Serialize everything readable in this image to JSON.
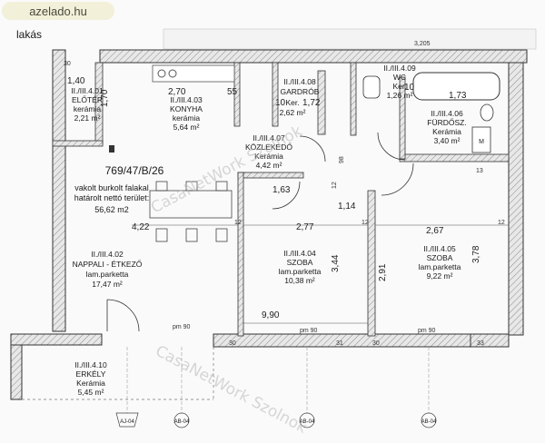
{
  "badge": {
    "text": "azelado.hu"
  },
  "header_text": "lakás",
  "watermark": "CasaNetWork Szolnok",
  "info_block": {
    "parcel": "769/47/B/26",
    "line1": "vakolt burkolt falakal",
    "line2": "határolt nettó terület:",
    "line3": "56,62 m2"
  },
  "rooms": [
    {
      "id": "eloter",
      "code": "II./III.4.01",
      "name": "ELŐTÉR",
      "material": "kerámia",
      "area": "2,21 m²"
    },
    {
      "id": "konyha",
      "code": "II./III.4.03",
      "name": "KONYHA",
      "material": "kerámia",
      "area": "5,64 m²"
    },
    {
      "id": "gardrob",
      "code": "II./III.4.08",
      "name": "GARDRÓB",
      "material": "Ker.",
      "area": "2,62 m²"
    },
    {
      "id": "wc",
      "code": "II./III.4.09",
      "name": "WC",
      "material": "Ker.",
      "area": "1,26 m²"
    },
    {
      "id": "furdo",
      "code": "II./III.4.06",
      "name": "FÜRDŐSZ.",
      "material": "Kerámia",
      "area": "3,40 m²"
    },
    {
      "id": "kozlekedo",
      "code": "II./III.4.07",
      "name": "KÖZLEKEDŐ",
      "material": "Kerámia",
      "area": "4,42 m²"
    },
    {
      "id": "nappali",
      "code": "II./III.4.02",
      "name": "NAPPALI - ÉTKEZŐ",
      "material": "lam.parketta",
      "area": "17,47 m²"
    },
    {
      "id": "szoba1",
      "code": "II./III.4.04",
      "name": "SZOBA",
      "material": "lam.parketta",
      "area": "10,38 m²"
    },
    {
      "id": "szoba2",
      "code": "II./III.4.05",
      "name": "SZOBA",
      "material": "lam.parketta",
      "area": "9,22 m²"
    },
    {
      "id": "erkely",
      "code": "II./III.4.10",
      "name": "ERKÉLY",
      "material": "Kerámia",
      "area": "5,45 m²"
    }
  ],
  "dimensions": {
    "d_140": "1,40",
    "d_270": "2,70",
    "d_55": "55",
    "d_10a": "10",
    "d_172": "1,72",
    "d_10b": "10",
    "d_170": "1,70",
    "d_173": "1,73",
    "d_163": "1,63",
    "d_114": "1,14",
    "d_277": "2,77",
    "d_267": "2,67",
    "d_422": "4,22",
    "d_344": "3,44",
    "d_378": "3,78",
    "d_291": "2,91",
    "d_990": "9,90",
    "d_98": "98",
    "d_12a": "12",
    "d_12b": "12",
    "d_12c": "12",
    "d_12d": "12",
    "d_30a": "30",
    "d_30b": "30",
    "d_30c": "30",
    "d_31": "31",
    "d_33": "33",
    "d_13": "13",
    "d_3205": "3,205"
  },
  "axes": [
    "AJ-04",
    "AB-04",
    "AB-04",
    "AB-04"
  ],
  "sill": {
    "label": "pm 90"
  }
}
